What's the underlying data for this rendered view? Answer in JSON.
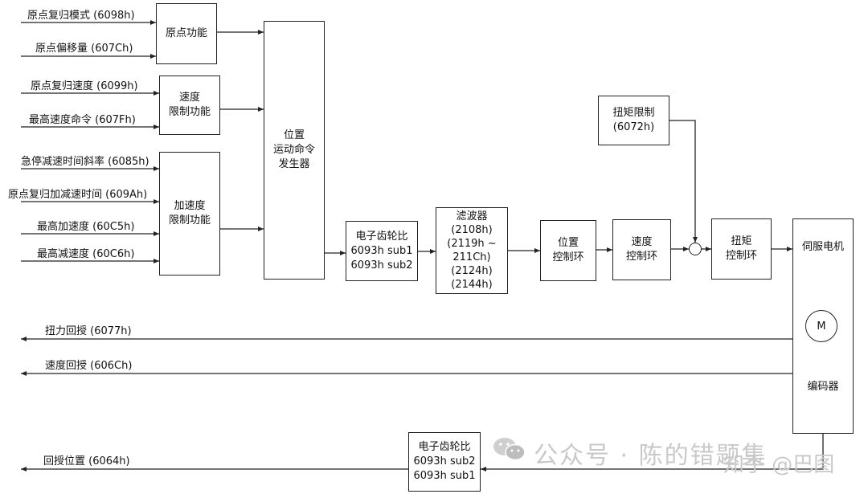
{
  "inputs": {
    "homing_mode": "原点复归模式 (6098h)",
    "home_offset": "原点偏移量 (607Ch)",
    "homing_speed": "原点复归速度 (6099h)",
    "max_speed_cmd": "最高速度命令 (607Fh)",
    "quick_stop_decel": "急停减速时间斜率 (6085h)",
    "homing_accel": "原点复归加减速时间 (609Ah)",
    "max_accel": "最高加速度 (60C5h)",
    "max_decel": "最高减速度 (60C6h)"
  },
  "blocks": {
    "homing_func": "原点功能",
    "speed_limit": [
      "速度",
      "限制功能"
    ],
    "accel_limit": [
      "加速度",
      "限制功能"
    ],
    "position_generator": [
      "位置",
      "运动命令",
      "发生器"
    ],
    "gear_in": [
      "电子齿轮比",
      "6093h sub1",
      "6093h sub2"
    ],
    "filter": [
      "滤波器",
      "(2108h)",
      "(2119h ~",
      "211Ch)",
      "(2124h)",
      "(2144h)"
    ],
    "position_loop": [
      "位置",
      "控制环"
    ],
    "speed_loop": [
      "速度",
      "控制环"
    ],
    "torque_limit": [
      "扭矩限制",
      "(6072h)"
    ],
    "torque_loop": [
      "扭矩",
      "控制环"
    ],
    "servo_motor": "伺服电机",
    "motor_symbol": "M",
    "encoder": "编码器",
    "gear_out": [
      "电子齿轮比",
      "6093h sub2",
      "6093h sub1"
    ]
  },
  "outputs": {
    "torque_feedback": "扭力回授 (6077h)",
    "speed_feedback": "速度回授 (606Ch)",
    "position_feedback": "回授位置 (6064h)"
  },
  "watermark": {
    "wechat": "公众号 · 陈的错题集",
    "zhihu": "知乎 @巴图"
  }
}
